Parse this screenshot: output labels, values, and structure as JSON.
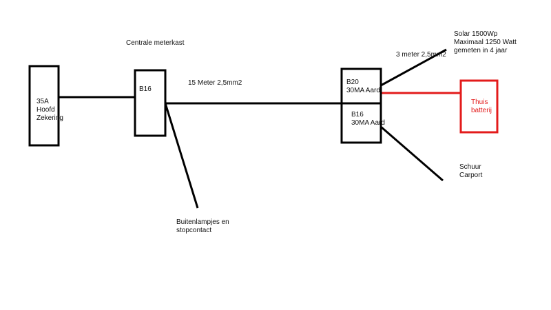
{
  "colors": {
    "line": "#000000",
    "battery": "#e31b1b",
    "text": "#111111",
    "background": "#ffffff"
  },
  "labels": {
    "main_fuse": "35A\nHoofd\nZekering",
    "central_meter_box": "Centrale meterkast",
    "b16_left": "B16",
    "cable_length": "15 Meter 2,5mm2",
    "b20_group": "B20\n30MA Aard",
    "b16_right_group": "B16\n30MA Aard",
    "solar_cable": "3 meter 2,5mm2",
    "solar": "Solar 1500Wp\nMaximaal 1250 Watt\ngemeten in 4 jaar",
    "home_battery": "Thuis\nbatterij",
    "shed_carport": "Schuur\nCarport",
    "outdoor_lights": "Buitenlampjes en\nstopcontact"
  }
}
